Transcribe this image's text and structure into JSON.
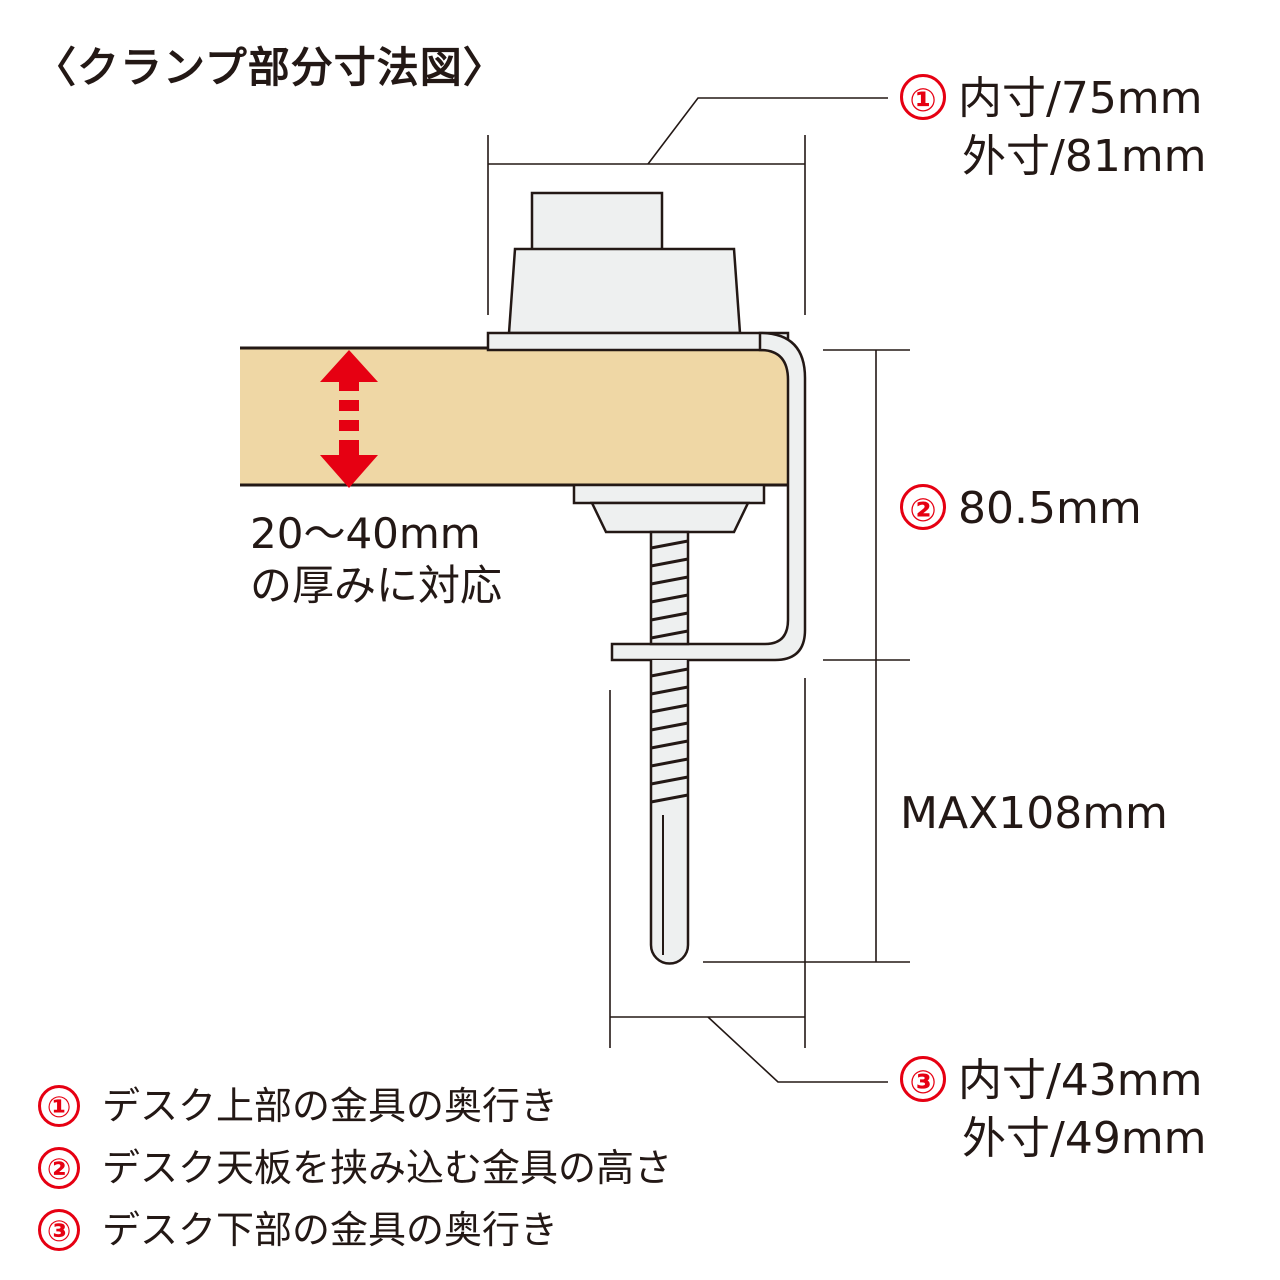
{
  "title": "〈クランプ部分寸法図〉",
  "dimensions": [
    {
      "num": "1",
      "symbol": "①",
      "lines": [
        "内寸/75mm",
        "外寸/81mm"
      ]
    },
    {
      "num": "2",
      "symbol": "②",
      "lines": [
        "80.5mm"
      ]
    },
    {
      "num": "max",
      "lines": [
        "MAX108mm"
      ]
    },
    {
      "num": "3",
      "symbol": "③",
      "lines": [
        "内寸/43mm",
        "外寸/49mm"
      ]
    }
  ],
  "thickness_note": [
    "20〜40mm",
    "の厚みに対応"
  ],
  "legend": [
    {
      "symbol": "①",
      "num": "1",
      "text": "デスク上部の金具の奥行き"
    },
    {
      "symbol": "②",
      "num": "2",
      "text": "デスク天板を挟み込む金具の高さ"
    },
    {
      "symbol": "③",
      "num": "3",
      "text": "デスク下部の金具の奥行き"
    }
  ],
  "colors": {
    "accent_red": "#e60012",
    "desk_wood": "#efd7a5",
    "metal_fill": "#eef0f0",
    "line": "#231815"
  }
}
